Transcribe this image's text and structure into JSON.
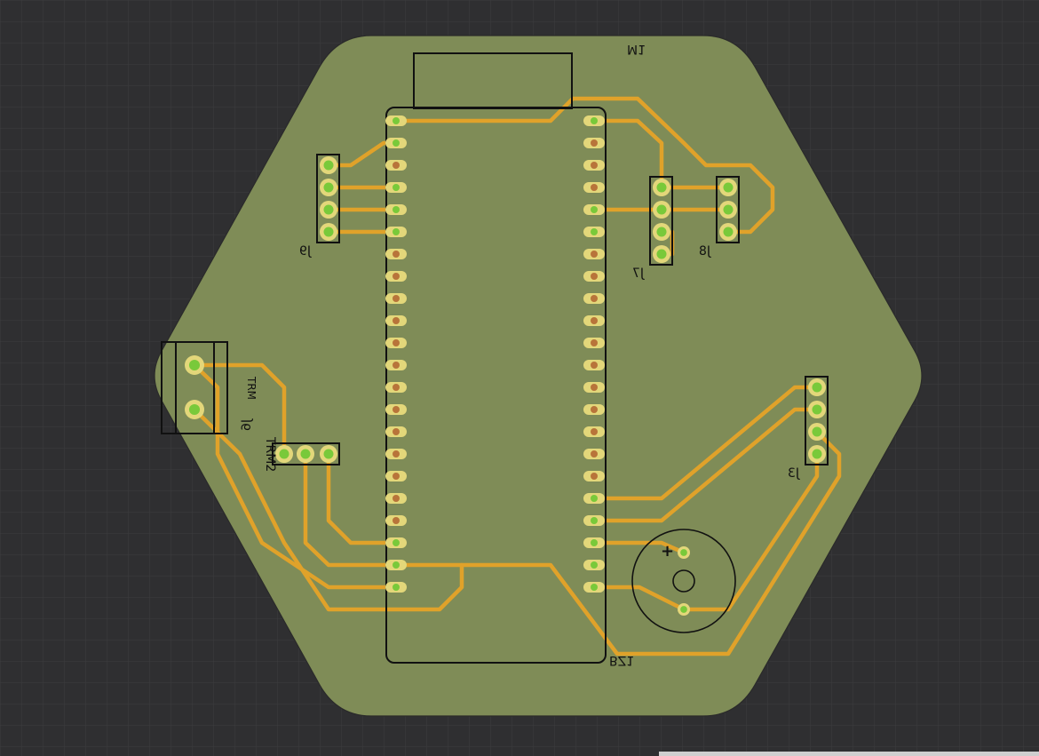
{
  "board": {
    "substrate_color": "#7f8c57",
    "grid_color": "#3a3a3c",
    "trace_color": "#e2a52a",
    "pad_color": "#e3d77a",
    "via_color": "#79c93a",
    "drill_color": "#b8743a"
  },
  "labels": {
    "m1": "M1",
    "j9": "J9",
    "j7": "J7",
    "j8": "J8",
    "j3": "J3",
    "j6": "J6",
    "trm": "TRM",
    "trm2": "TRM2",
    "bz": "BZ1"
  },
  "components": [
    {
      "ref": "M1",
      "type": "dev-board-module",
      "pin_rows": 2,
      "pins_per_row": 22
    },
    {
      "ref": "J9",
      "type": "header",
      "pins": 4
    },
    {
      "ref": "J7",
      "type": "header",
      "pins": 4
    },
    {
      "ref": "J8",
      "type": "header",
      "pins": 3
    },
    {
      "ref": "J3",
      "type": "header",
      "pins": 4
    },
    {
      "ref": "J6",
      "type": "header",
      "pins": 3
    },
    {
      "ref": "TRM",
      "type": "terminal-block",
      "pins": 2
    },
    {
      "ref": "BZ1",
      "type": "buzzer",
      "polarity_mark": "+"
    }
  ]
}
